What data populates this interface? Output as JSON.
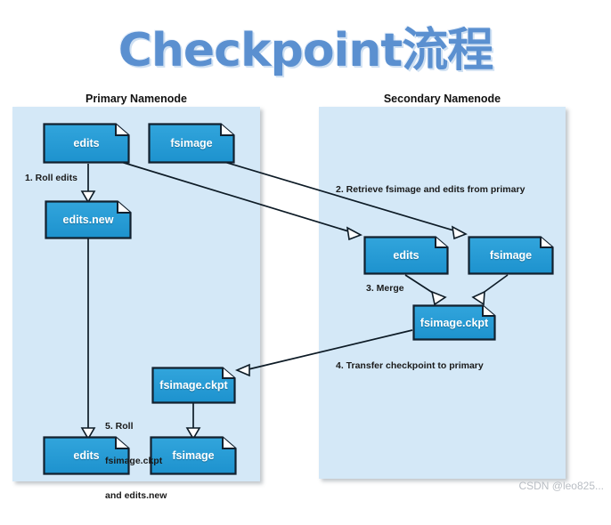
{
  "title": "Checkpoint流程",
  "watermark": "CSDN @leo825...",
  "colors": {
    "title_text": "#5b90d0",
    "title_shadow": "#cfe0f2",
    "panel_background": "#d4e8f7",
    "node_fill": "#2b9fd9",
    "node_fill_bottom": "#1e93cf",
    "node_border": "#12202e",
    "node_text": "#ffffff",
    "arrow_stroke": "#0d1b26",
    "arrowhead_fill": "#ffffff",
    "page_background": "#ffffff",
    "watermark_text": "#b9bec4"
  },
  "panels": [
    {
      "id": "primary",
      "title": "Primary Namenode",
      "nodes": [
        {
          "id": "p-edits-top",
          "label": "edits"
        },
        {
          "id": "p-fsimage-top",
          "label": "fsimage"
        },
        {
          "id": "p-editsnew",
          "label": "edits.new"
        },
        {
          "id": "p-fsimageckpt",
          "label": "fsimage.ckpt"
        },
        {
          "id": "p-edits-bottom",
          "label": "edits"
        },
        {
          "id": "p-fsimage-bottom",
          "label": "fsimage"
        }
      ],
      "step_labels": [
        {
          "id": "step-1",
          "text": "1. Roll edits"
        },
        {
          "id": "step-5",
          "line1": "5. Roll",
          "line2": "fsimage.ckpt",
          "line3": "and edits.new"
        }
      ]
    },
    {
      "id": "secondary",
      "title": "Secondary Namenode",
      "nodes": [
        {
          "id": "s-edits",
          "label": "edits"
        },
        {
          "id": "s-fsimage",
          "label": "fsimage"
        },
        {
          "id": "s-fsimageckpt",
          "label": "fsimage.ckpt"
        }
      ],
      "step_labels": [
        {
          "id": "step-2",
          "text": "2. Retrieve fsimage and edits from primary"
        },
        {
          "id": "step-3",
          "text": "3. Merge"
        },
        {
          "id": "step-4",
          "text": "4. Transfer checkpoint to primary"
        }
      ]
    }
  ],
  "flow_steps": [
    "1. Roll edits",
    "2. Retrieve fsimage and edits from primary",
    "3. Merge",
    "4. Transfer checkpoint to primary",
    "5. Roll fsimage.ckpt and edits.new"
  ]
}
